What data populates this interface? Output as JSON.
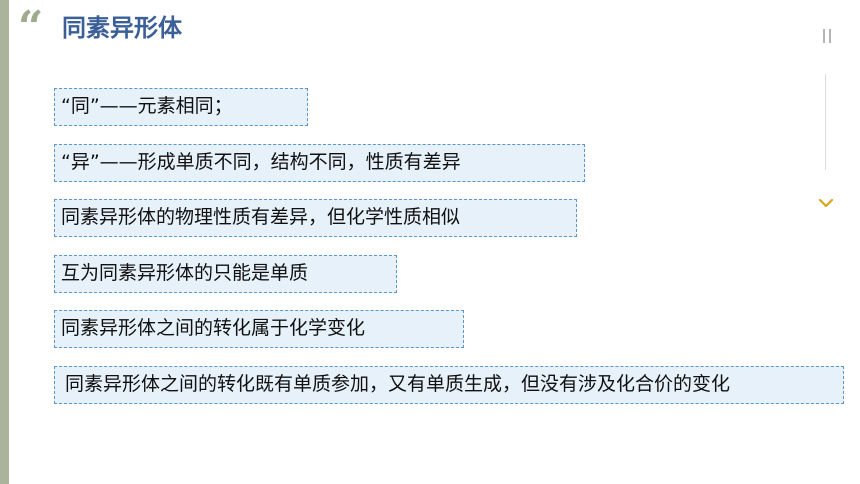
{
  "slide": {
    "quote_glyph": "“",
    "title": "同素异形体",
    "statements": [
      "“同”——元素相同；",
      "“异”——形成单质不同，结构不同，性质有差异",
      "同素异形体的物理性质有差异，但化学性质相似",
      "互为同素异形体的只能是单质",
      "同素异形体之间的转化属于化学变化",
      "同素异形体之间的转化既有单质参加，又有单质生成，但没有涉及化合价的变化"
    ]
  },
  "controls": {
    "pause_icon": "pause-icon",
    "next_icon": "chevron-down-icon",
    "accent_color": "#d4a81a"
  },
  "colors": {
    "title": "#3b5f97",
    "box_fill": "#e6f1f9",
    "box_border": "#5b97cc",
    "left_bar": "#a9b49a"
  }
}
